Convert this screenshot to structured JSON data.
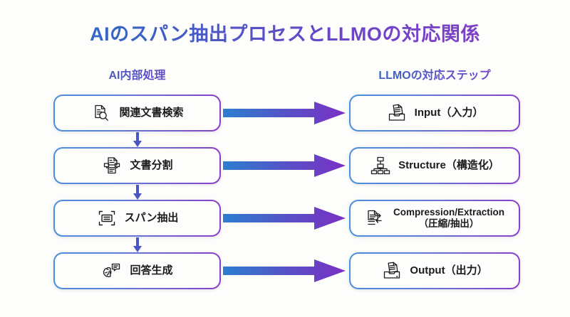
{
  "diagram": {
    "title": "AIのスパン抽出プロセスとLLMOの対応関係",
    "background_color": "#fdfdfb",
    "accent_blue": "#2a6fc0",
    "accent_purple": "#8b3fc8",
    "arrow_start_color": "#2a7fd0",
    "arrow_end_color": "#7b2fc4",
    "columns": {
      "left_header": "AI内部処理",
      "right_header": "LLMOの対応ステップ"
    },
    "left_steps": [
      {
        "label": "関連文書検索",
        "icon": "document-search-icon"
      },
      {
        "label": "文書分割",
        "icon": "document-split-icon"
      },
      {
        "label": "スパン抽出",
        "icon": "selection-brackets-icon"
      },
      {
        "label": "回答生成",
        "icon": "ai-brain-chat-icon"
      }
    ],
    "right_steps": [
      {
        "label": "Input（入力）",
        "label_line2": "",
        "icon": "document-inbox-icon"
      },
      {
        "label": "Structure（構造化）",
        "label_line2": "",
        "icon": "hierarchy-icon"
      },
      {
        "label": "Compression/Extraction",
        "label_line2": "（圧縮/抽出）",
        "icon": "document-arrow-icon"
      },
      {
        "label": "Output（出力）",
        "label_line2": "",
        "icon": "document-outbox-icon"
      }
    ],
    "mapping_arrows": [
      {
        "from": "関連文書検索",
        "to": "Input（入力）"
      },
      {
        "from": "文書分割",
        "to": "Structure（構造化）"
      },
      {
        "from": "スパン抽出",
        "to": "Compression/Extraction（圧縮/抽出）"
      },
      {
        "from": "回答生成",
        "to": "Output（出力）"
      }
    ],
    "flow_arrows": [
      {
        "from": "関連文書検索",
        "to": "文書分割"
      },
      {
        "from": "文書分割",
        "to": "スパン抽出"
      },
      {
        "from": "スパン抽出",
        "to": "回答生成"
      }
    ]
  }
}
